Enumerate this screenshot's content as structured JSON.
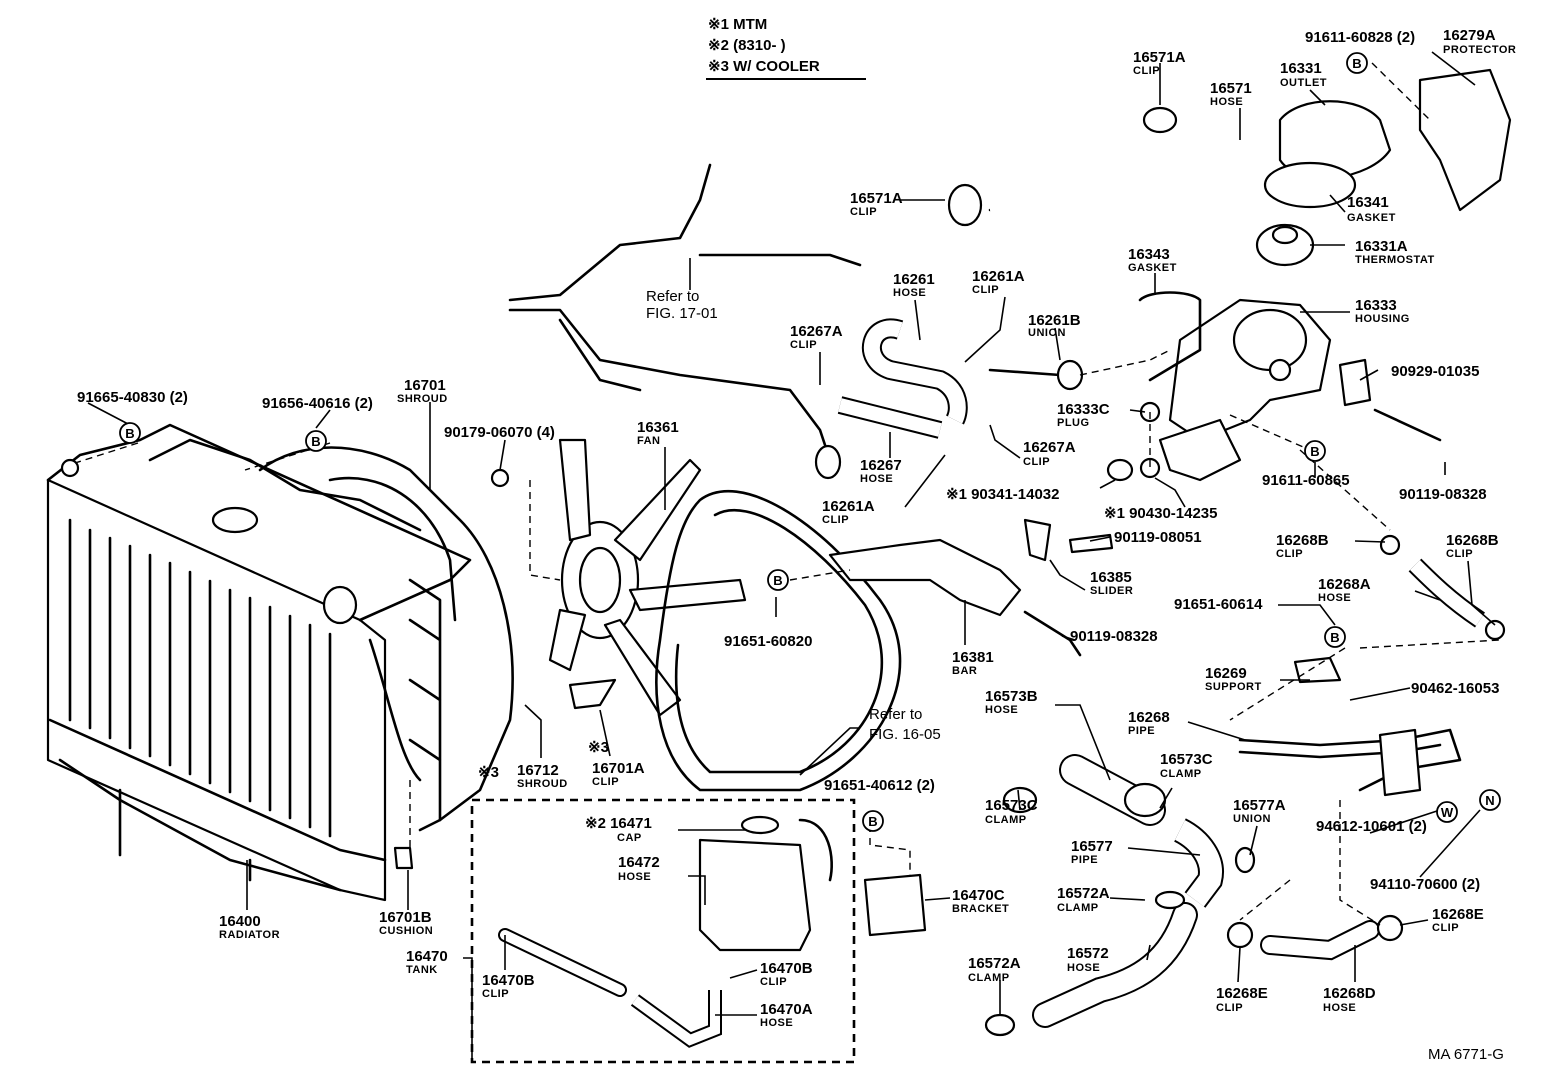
{
  "legend": {
    "n1": "※1 MTM",
    "n2": "※2 (8310-        )",
    "n3": "※3 W/ COOLER"
  },
  "labels": {
    "l16571A_top": [
      "16571A",
      "CLIP"
    ],
    "l16571": [
      "16571",
      "HOSE"
    ],
    "l91611_60828": "91611-60828 (2)",
    "l16279A": [
      "16279A",
      "PROTECTOR"
    ],
    "l16331": [
      "16331",
      "OUTLET"
    ],
    "l16571A_left": [
      "16571A",
      "CLIP"
    ],
    "l16341": [
      "16341",
      "GASKET"
    ],
    "l16331A": [
      "16331A",
      "THERMOSTAT"
    ],
    "l16343": [
      "16343",
      "GASKET"
    ],
    "l16261": [
      "16261",
      "HOSE"
    ],
    "l16261A_top": [
      "16261A",
      "CLIP"
    ],
    "l16261B": [
      "16261B",
      "UNION"
    ],
    "l16333": [
      "16333",
      "HOUSING"
    ],
    "lRefer17": [
      "Refer to",
      "FIG. 17-01"
    ],
    "l16267A_top": [
      "16267A",
      "CLIP"
    ],
    "l90929": "90929-01035",
    "l16333C": [
      "16333C",
      "PLUG"
    ],
    "l16267A_right": [
      "16267A",
      "CLIP"
    ],
    "l16267": [
      "16267",
      "HOSE"
    ],
    "l16261A_bottom": [
      "16261A",
      "CLIP"
    ],
    "l90341": "※1 90341-14032",
    "l90430": "※1 90430-14235",
    "l91611_60865": "91611-60865",
    "l90119_08328_top": "90119-08328",
    "l91665": "91665-40830 (2)",
    "l91656": "91656-40616 (2)",
    "l16701": [
      "16701",
      "SHROUD"
    ],
    "l90179": "90179-06070 (4)",
    "l16361": [
      "16361",
      "FAN"
    ],
    "l90119_08051": "90119-08051",
    "l16268B_left": [
      "16268B",
      "CLIP"
    ],
    "l16268B_right": [
      "16268B",
      "CLIP"
    ],
    "l16385": [
      "16385",
      "SLIDER"
    ],
    "l16268A": [
      "16268A",
      "HOSE"
    ],
    "l91651_60614": "91651-60614",
    "l91651_60820": "91651-60820",
    "l90119_08328_mid": "90119-08328",
    "l16381": [
      "16381",
      "BAR"
    ],
    "l16269": [
      "16269",
      "SUPPORT"
    ],
    "l90462": "90462-16053",
    "l16573B": [
      "16573B",
      "HOSE"
    ],
    "l16268": [
      "16268",
      "PIPE"
    ],
    "lRefer16": [
      "Refer to",
      "FIG. 16-05"
    ],
    "l16712": [
      "16712",
      "SHROUD"
    ],
    "l16701A": [
      "16701A",
      "CLIP"
    ],
    "l16573C_right": [
      "16573C",
      "CLAMP"
    ],
    "l16573C_left": [
      "16573C",
      "CLAMP"
    ],
    "l16577A": [
      "16577A",
      "UNION"
    ],
    "l91651_40612": "91651-40612 (2)",
    "l16471": [
      "※2 16471",
      "CAP"
    ],
    "l16472": [
      "16472",
      "HOSE"
    ],
    "l16577": [
      "16577",
      "PIPE"
    ],
    "l94612": "94612-10601 (2)",
    "l94110": "94110-70600 (2)",
    "l16400": [
      "16400",
      "RADIATOR"
    ],
    "l16701B": [
      "16701B",
      "CUSHION"
    ],
    "l16470C": [
      "16470C",
      "BRACKET"
    ],
    "l16572A_mid": [
      "16572A",
      "CLAMP"
    ],
    "l16268E_right": [
      "16268E",
      "CLIP"
    ],
    "l16470": [
      "16470",
      "TANK"
    ],
    "l16470B_left": [
      "16470B",
      "CLIP"
    ],
    "l16470B_right": [
      "16470B",
      "CLIP"
    ],
    "l16572": [
      "16572",
      "HOSE"
    ],
    "l16572A_bottom": [
      "16572A",
      "CLAMP"
    ],
    "l16268E_bottom": [
      "16268E",
      "CLIP"
    ],
    "l16268D": [
      "16268D",
      "HOSE"
    ],
    "l16470A": [
      "16470A",
      "HOSE"
    ],
    "note3_a": "※3",
    "note3_b": "※3"
  },
  "badges": [
    "B",
    "W",
    "N"
  ],
  "figure_id": "MA 6771-G"
}
